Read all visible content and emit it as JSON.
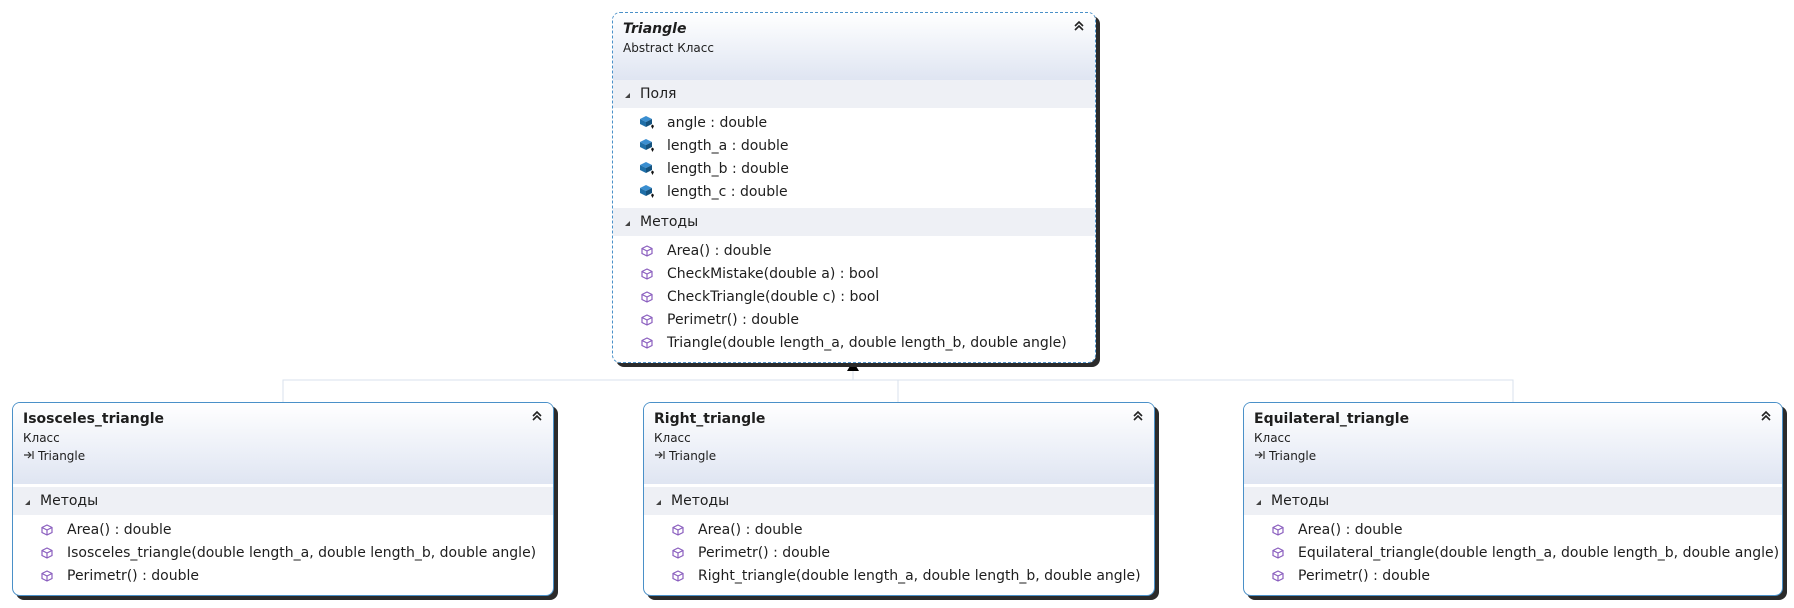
{
  "triangle": {
    "name": "Triangle",
    "kind": "Abstract Класс",
    "fields_label": "Поля",
    "fields": [
      "angle : double",
      "length_a : double",
      "length_b : double",
      "length_c : double"
    ],
    "methods_label": "Методы",
    "methods": [
      "Area() : double",
      "CheckMistake(double a) : bool",
      "CheckTriangle(double c) : bool",
      "Perimetr() : double",
      "Triangle(double length_a, double length_b, double angle)"
    ]
  },
  "isosceles": {
    "name": "Isosceles_triangle",
    "kind": "Класс",
    "base": "Triangle",
    "methods_label": "Методы",
    "methods": [
      "Area() : double",
      "Isosceles_triangle(double length_a, double length_b, double angle)",
      "Perimetr() : double"
    ]
  },
  "right": {
    "name": "Right_triangle",
    "kind": "Класс",
    "base": "Triangle",
    "methods_label": "Методы",
    "methods": [
      "Area() : double",
      "Perimetr() : double",
      "Right_triangle(double length_a, double length_b, double angle)"
    ]
  },
  "equilateral": {
    "name": "Equilateral_triangle",
    "kind": "Класс",
    "base": "Triangle",
    "methods_label": "Методы",
    "methods": [
      "Area() : double",
      "Equilateral_triangle(double length_a, double length_b, double angle)",
      "Perimetr() : double"
    ]
  },
  "icons": {
    "collapse": "double-chevron-up-icon",
    "field": "field-icon",
    "method": "method-icon",
    "inherits": "inheritance-arrow-icon",
    "section_toggle": "expanded-triangle-icon"
  },
  "colors": {
    "border": "#4a90c8",
    "header_gradient_end": "#dfe5f2",
    "section_bg": "#eef0f5",
    "method_icon": "#8b5fbf",
    "field_icon": "#1f6fa8",
    "connector": "#d8e2ec"
  }
}
